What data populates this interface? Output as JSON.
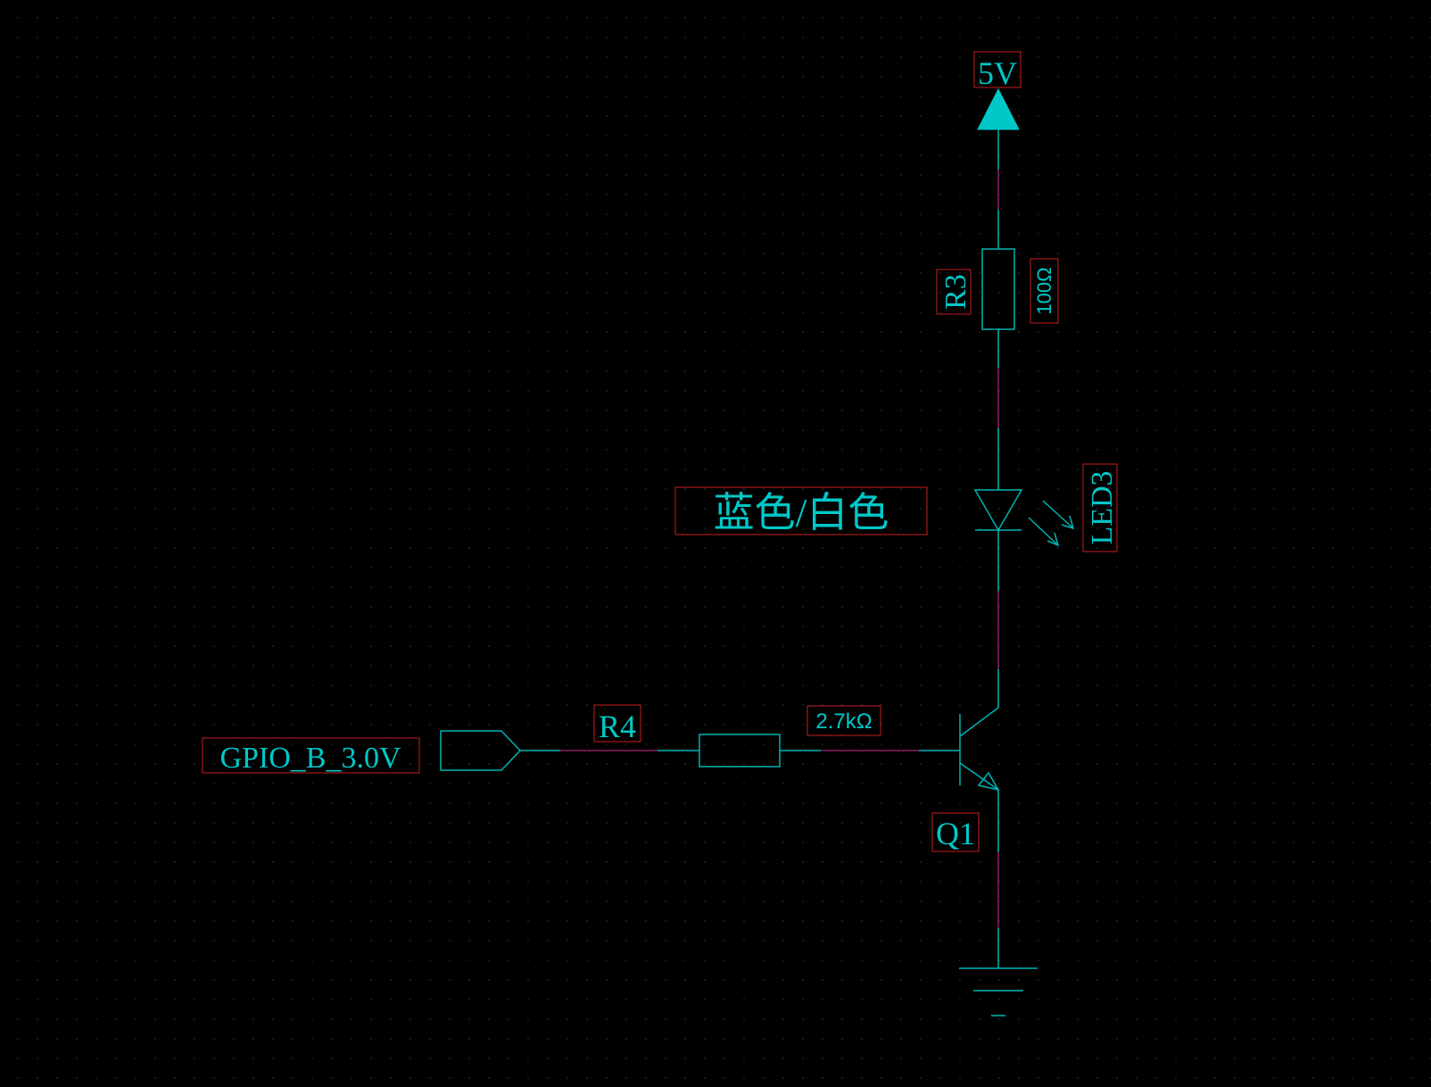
{
  "schematic": {
    "colors": {
      "background": "#000000",
      "wire": "#00b4b4",
      "net": "#8a2060",
      "label": "#00c8c8",
      "selection": "#c81e1e",
      "grid_dot": "#2a2a2a"
    },
    "power": {
      "label": "5V"
    },
    "r3": {
      "designator": "R3",
      "value": "100Ω"
    },
    "led3": {
      "designator": "LED3",
      "color_note": "蓝色/白色"
    },
    "r4": {
      "designator": "R4",
      "value": "2.7kΩ"
    },
    "q1": {
      "designator": "Q1"
    },
    "port": {
      "label": "GPIO_B_3.0V"
    },
    "ground": {
      "icon": "ground-icon"
    }
  }
}
